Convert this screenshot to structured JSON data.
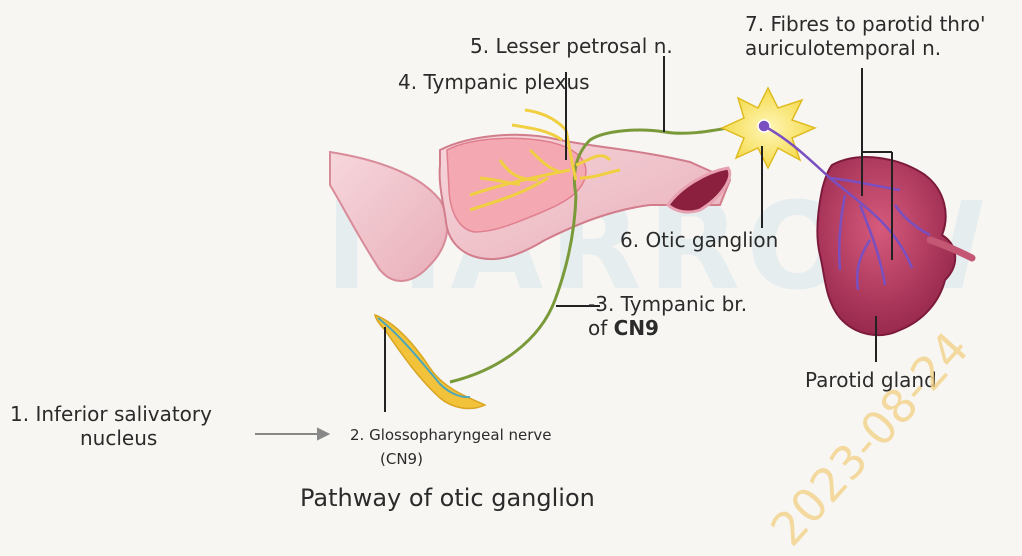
{
  "labels": {
    "inferior_salivatory_nucleus_line1": "1. Inferior salivatory",
    "inferior_salivatory_nucleus_line2": "nucleus",
    "glossopharyngeal_nerve_line1": "2. Glossopharyngeal nerve",
    "glossopharyngeal_nerve_line2": "(CN9)",
    "tympanic_branch_line1": "-3. Tympanic br.",
    "tympanic_branch_line2_prefix": "of ",
    "tympanic_branch_line2_bold": "CN9",
    "tympanic_plexus": "4. Tympanic plexus",
    "lesser_petrosal": "5. Lesser petrosal n.",
    "otic_ganglion": "6. Otic ganglion",
    "fibres_line1": "7. Fibres to parotid thro'",
    "fibres_line2": "auriculotemporal n.",
    "parotid_gland": "Parotid gland"
  },
  "title": "Pathway of otic ganglion",
  "watermark": {
    "brand": "MARROW",
    "date": "2023-08-24"
  },
  "colors": {
    "background": "#f7f6f2",
    "nerve_green": "#7a9a3a",
    "nerve_yellow": "#f0cf40",
    "bone_pink": "#f1c7cf",
    "plexus_pink": "#f4a8b2",
    "parotid_red": "#a33055",
    "fibre_purple": "#7a4fc0",
    "leader_line": "#222222",
    "arrow_grey": "#888888"
  }
}
